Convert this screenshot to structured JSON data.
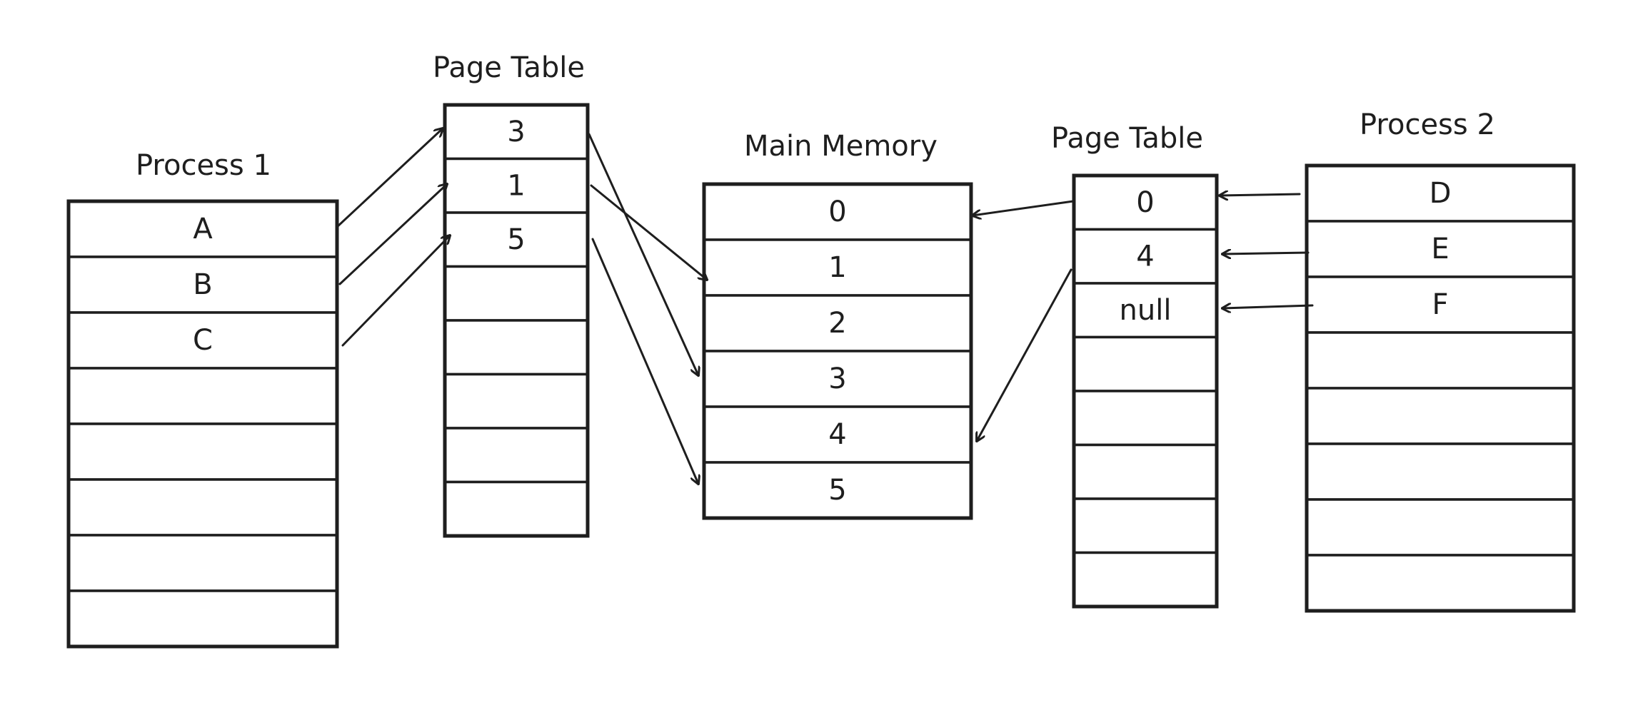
{
  "process1": {
    "title": "Process 1",
    "cells": [
      "A",
      "B",
      "C",
      "",
      "",
      "",
      "",
      ""
    ]
  },
  "page_table1": {
    "title": "Page Table",
    "cells": [
      "3",
      "1",
      "5",
      "",
      "",
      "",
      "",
      ""
    ]
  },
  "main_memory": {
    "title": "Main Memory",
    "cells": [
      "0",
      "1",
      "2",
      "3",
      "4",
      "5"
    ]
  },
  "page_table2": {
    "title": "Page Table",
    "cells": [
      "0",
      "4",
      "null",
      "",
      "",
      "",
      "",
      ""
    ]
  },
  "process2": {
    "title": "Process 2",
    "cells": [
      "D",
      "E",
      "F",
      "",
      "",
      "",
      "",
      ""
    ]
  }
}
